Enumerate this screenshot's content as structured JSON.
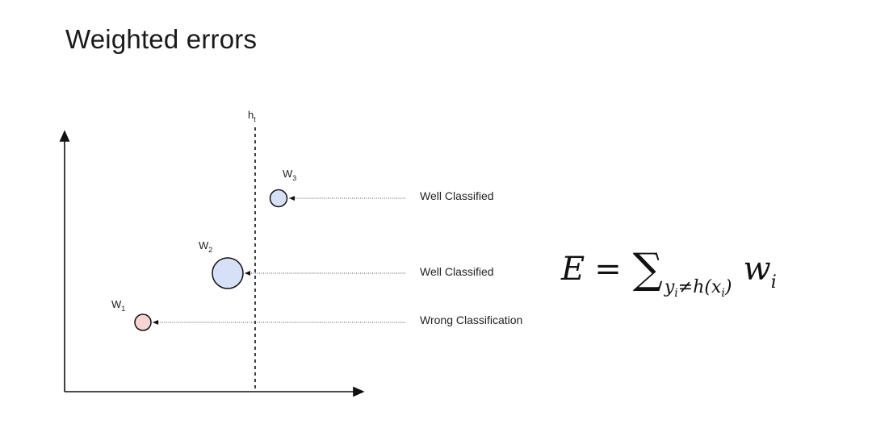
{
  "slide": {
    "title": "Weighted errors"
  },
  "diagram": {
    "decision_boundary_label": "h",
    "decision_boundary_sub": "t",
    "points": [
      {
        "weight_label": "W",
        "weight_sub": "3",
        "annotation": "Well Classified",
        "fill": "#d6e1f7"
      },
      {
        "weight_label": "W",
        "weight_sub": "2",
        "annotation": "Well Classified",
        "fill": "#d6e1f7"
      },
      {
        "weight_label": "W",
        "weight_sub": "1",
        "annotation": "Wrong Classification",
        "fill": "#f8d5d5"
      }
    ]
  },
  "formula": {
    "lhs": "E",
    "equals": "=",
    "operator": "∑",
    "sub_main": "y",
    "sub_i1": "i",
    "sub_ne": "≠h(x",
    "sub_i2": "i",
    "sub_close": ")",
    "term": "w",
    "term_sub": "i"
  }
}
